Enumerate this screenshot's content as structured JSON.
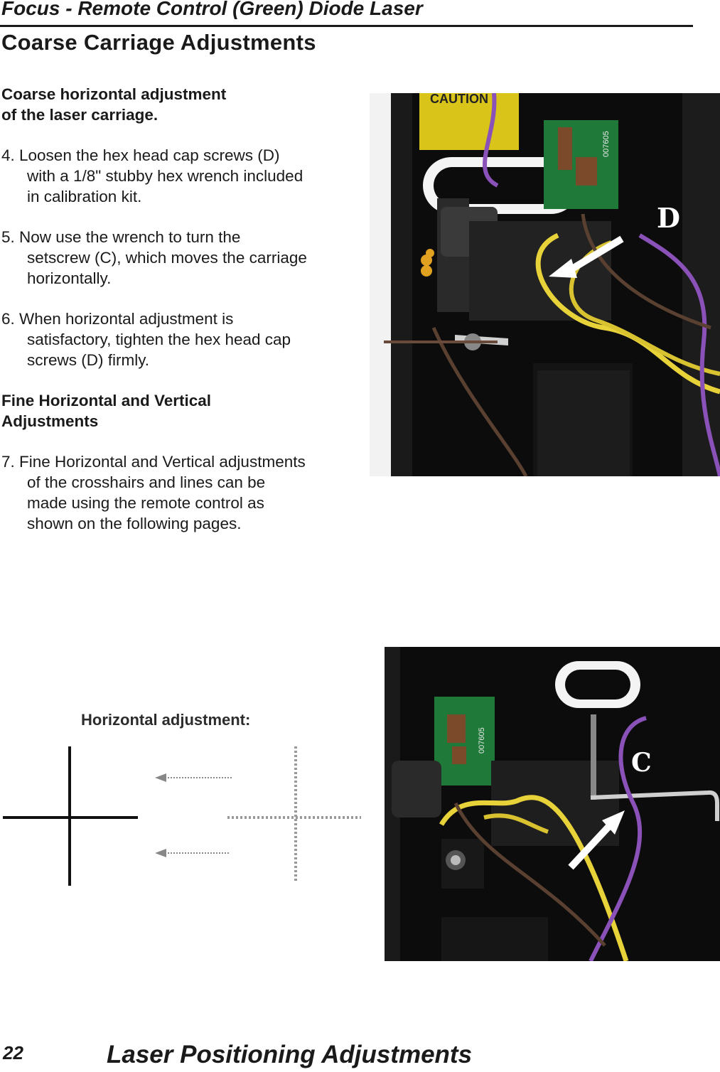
{
  "header": {
    "title": "Focus - Remote Control (Green) Diode Laser"
  },
  "section": {
    "title": "Coarse Carriage Adjustments"
  },
  "coarse": {
    "heading_line1": "Coarse horizontal adjustment",
    "heading_line2": "of the laser carriage.",
    "steps": [
      {
        "line1": "4. Loosen the hex head cap screws (D)",
        "line2": "with a 1/8\" stubby hex wrench included",
        "line3": "in calibration kit."
      },
      {
        "line1": "5. Now use the wrench to turn the",
        "line2": "setscrew (C), which moves the carriage",
        "line3": "horizontally."
      },
      {
        "line1": "6. When horizontal adjustment is",
        "line2": "satisfactory, tighten the hex head cap",
        "line3": "screws (D) firmly."
      }
    ]
  },
  "fine": {
    "heading_line1": "Fine Horizontal and Vertical",
    "heading_line2": "Adjustments",
    "step": {
      "line1": "7. Fine Horizontal and Vertical adjustments",
      "line2": "of the crosshairs and lines can be",
      "line3": "made using the remote control as",
      "line4": "shown on the following pages."
    }
  },
  "photos": {
    "top": {
      "callout": "D",
      "caution": "CAUTION",
      "pcb_text": "007605"
    },
    "bottom": {
      "callout": "C",
      "pcb_text": "007605"
    }
  },
  "diagram": {
    "title": "Horizontal adjustment:"
  },
  "footer": {
    "page_number": "22",
    "section_name": "Laser Positioning Adjustments"
  },
  "colors": {
    "text": "#1a1a1a",
    "wire_yellow": "#e8d23a",
    "wire_purple": "#8a52b8",
    "wire_brown": "#5a4030",
    "pcb_green": "#1f7a3a",
    "caution_yellow": "#e8d21c"
  }
}
